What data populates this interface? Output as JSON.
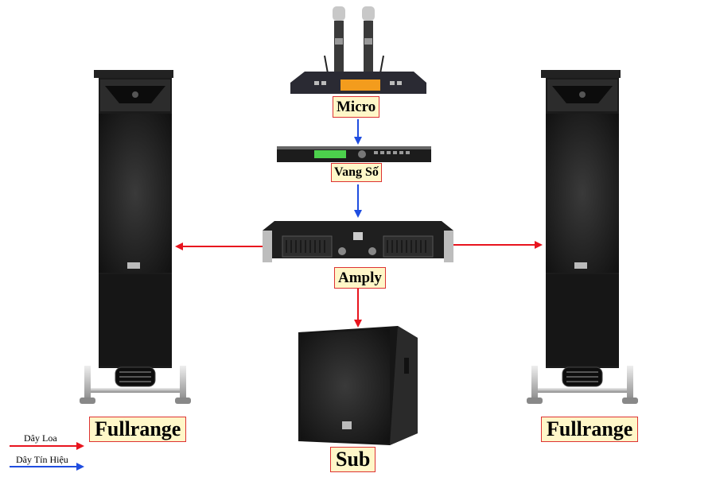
{
  "labels": {
    "micro": "Micro",
    "vang_so": "Vang Số",
    "amply": "Amply",
    "sub": "Sub",
    "fullrange_left": "Fullrange",
    "fullrange_right": "Fullrange"
  },
  "legend": {
    "speaker_wire": "Dây Loa",
    "signal_wire": "Dây Tín Hiệu"
  },
  "colors": {
    "speaker_wire": "#e8141e",
    "signal_wire": "#1f4de0",
    "label_bg": "#fff7c8",
    "label_border": "#dd3333"
  }
}
